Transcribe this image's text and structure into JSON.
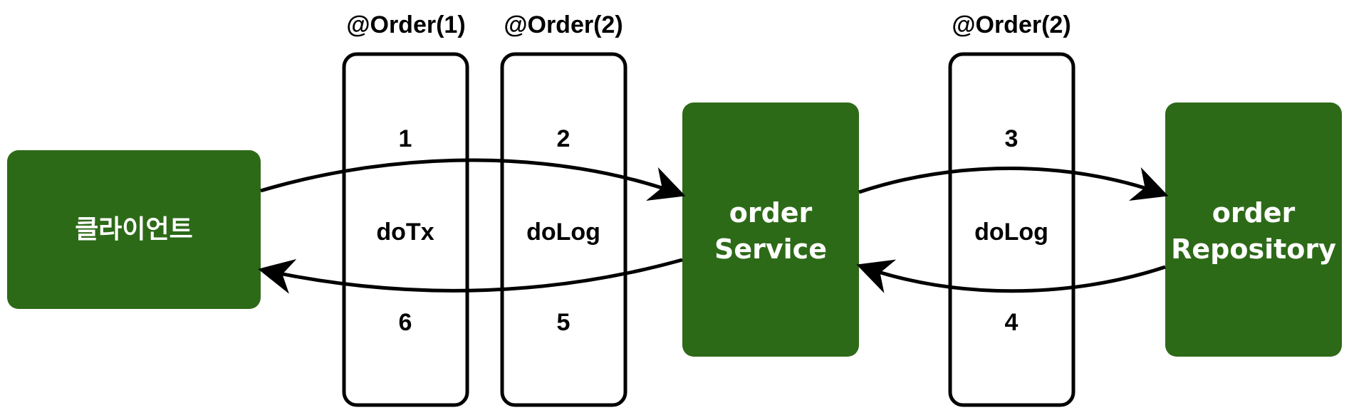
{
  "colors": {
    "node_fill": "#2d6a18",
    "stroke": "#000000",
    "text_on_node": "#ffffff"
  },
  "nodes": {
    "client": {
      "label": "클라이언트"
    },
    "order_service": {
      "label_line1": "order",
      "label_line2": "Service"
    },
    "order_repository": {
      "label_line1": "order",
      "label_line2": "Repository"
    }
  },
  "aspects": [
    {
      "order": "@Order(1)",
      "name": "doTx",
      "step_in": "1",
      "step_out": "6"
    },
    {
      "order": "@Order(2)",
      "name": "doLog",
      "step_in": "2",
      "step_out": "5"
    },
    {
      "order": "@Order(2)",
      "name": "doLog",
      "step_in": "3",
      "step_out": "4"
    }
  ]
}
